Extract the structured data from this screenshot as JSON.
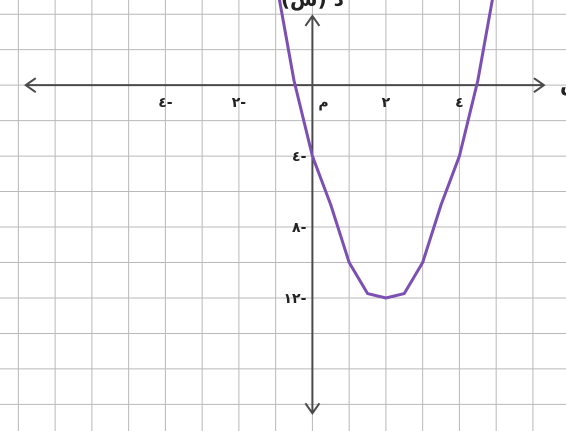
{
  "chart_data": {
    "type": "line",
    "title": "",
    "xlabel": "س",
    "ylabel": "د (س)",
    "origin_label": "م",
    "x_ticks": [
      {
        "value": -4,
        "label": "٤-"
      },
      {
        "value": -2,
        "label": "٢-"
      },
      {
        "value": 2,
        "label": "٢"
      },
      {
        "value": 4,
        "label": "٤"
      }
    ],
    "y_ticks": [
      {
        "value": -4,
        "label": "٤-"
      },
      {
        "value": -8,
        "label": "٨-"
      },
      {
        "value": -12,
        "label": "١٢-"
      }
    ],
    "xlim": [
      -8.5,
      6.9
    ],
    "ylim": [
      -19.5,
      4.8
    ],
    "grid": true,
    "series": [
      {
        "name": "",
        "color": "#7b4fb3",
        "x": [
          -1,
          -0.5,
          0,
          0.5,
          1,
          1.5,
          2,
          2.5,
          3,
          3.5,
          4,
          4.5,
          5
        ],
        "y": [
          6,
          0.25,
          -4,
          -6.75,
          -10,
          -11.75,
          -12,
          -11.75,
          -10,
          -6.75,
          -4,
          0.25,
          6
        ]
      }
    ]
  }
}
